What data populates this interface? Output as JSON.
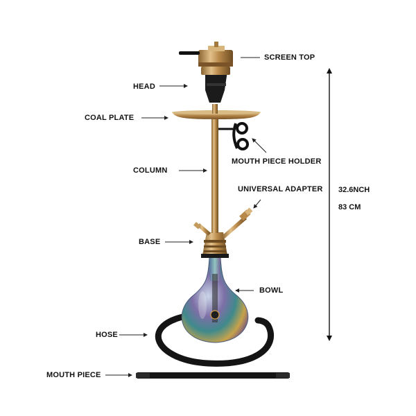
{
  "labels": {
    "screen_top": "SCREEN TOP",
    "head": "HEAD",
    "coal_plate": "COAL PLATE",
    "mouth_piece_holder": "MOUTH PIECE HOLDER",
    "column": "COLUMN",
    "universal_adapter": "UNIVERSAL ADAPTER",
    "base": "BASE",
    "bowl": "BOWL",
    "hose": "HOSE",
    "mouth_piece": "MOUTH PIECE"
  },
  "dimensions": {
    "height_inch": "32.6NCH",
    "height_cm": "83 CM"
  },
  "colors": {
    "gold": "#b8894a",
    "black": "#151515",
    "glass": "#7ea7b0"
  }
}
